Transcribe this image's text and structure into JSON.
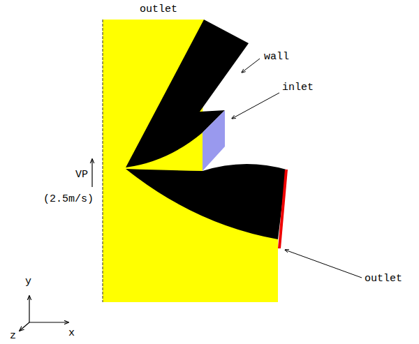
{
  "diagram": {
    "labels": [
      "outlet",
      "wall",
      "inlet",
      "VP",
      "(2.5m/s)",
      "outlet",
      "y",
      "z",
      "x"
    ]
  }
}
